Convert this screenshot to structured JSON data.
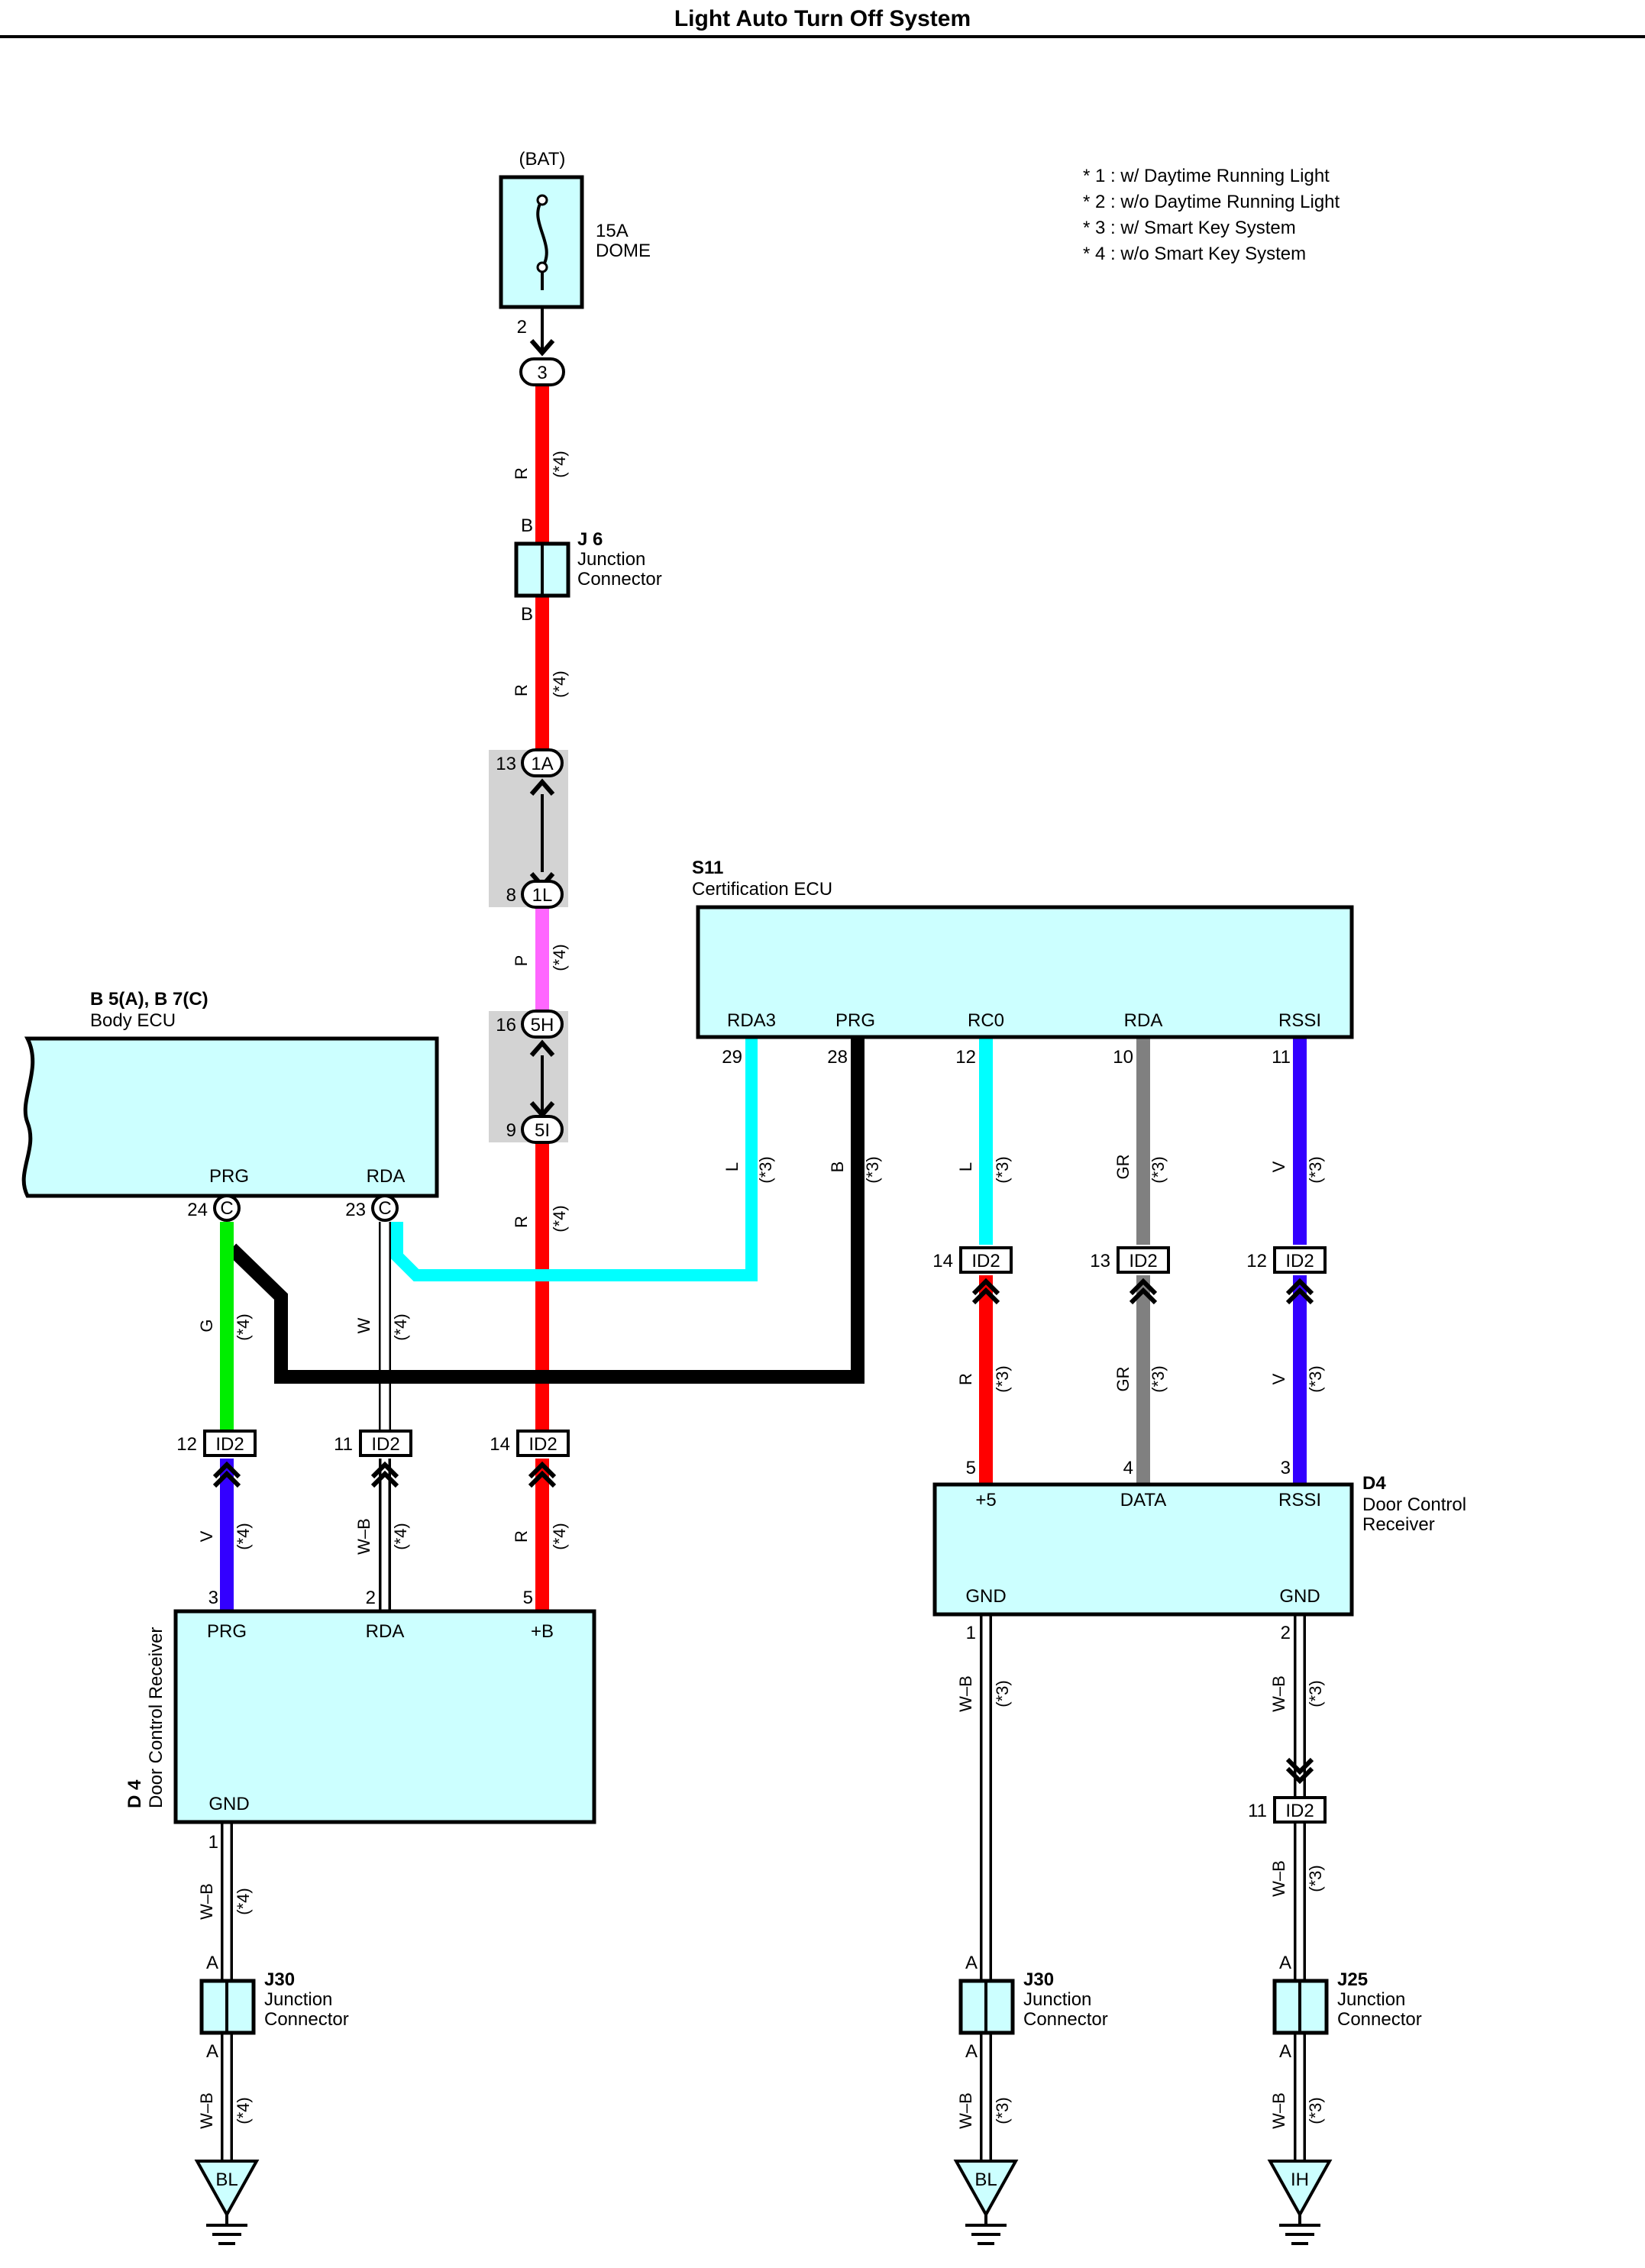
{
  "title": "Light Auto Turn Off System",
  "notes": [
    "* 1 : w/ Daytime Running Light",
    "* 2 : w/o Daytime Running Light",
    "* 3 : w/ Smart Key System",
    "* 4 : w/o Smart Key System"
  ],
  "fuse": {
    "source": "(BAT)",
    "rating": "15A",
    "name": "DOME",
    "pin": "2",
    "connector": "3"
  },
  "j6": {
    "id": "J 6",
    "line1": "Junction",
    "line2": "Connector",
    "pin_top": "B",
    "pin_bottom": "B"
  },
  "inline_connectors": [
    {
      "pin": "13",
      "id": "1A"
    },
    {
      "pin": "8",
      "id": "1L"
    },
    {
      "pin": "16",
      "id": "5H"
    },
    {
      "pin": "9",
      "id": "5I"
    }
  ],
  "body_ecu": {
    "id": "B 5(A), B 7(C)",
    "name": "Body ECU",
    "terminals": [
      {
        "name": "PRG",
        "pin": "24",
        "conn": "C"
      },
      {
        "name": "RDA",
        "pin": "23",
        "conn": "C"
      }
    ]
  },
  "cert_ecu": {
    "id": "S11",
    "name": "Certification ECU",
    "terminals": [
      {
        "name": "RDA3",
        "pin": "29"
      },
      {
        "name": "PRG",
        "pin": "28"
      },
      {
        "name": "RC0",
        "pin": "12"
      },
      {
        "name": "RDA",
        "pin": "10"
      },
      {
        "name": "RSSI",
        "pin": "11"
      }
    ]
  },
  "id2_connectors_left": [
    {
      "pin": "12",
      "id": "ID2"
    },
    {
      "pin": "11",
      "id": "ID2"
    },
    {
      "pin": "14",
      "id": "ID2"
    }
  ],
  "id2_connectors_right": [
    {
      "pin": "14",
      "id": "ID2"
    },
    {
      "pin": "13",
      "id": "ID2"
    },
    {
      "pin": "12",
      "id": "ID2"
    },
    {
      "pin": "11",
      "id": "ID2"
    }
  ],
  "dcr_left": {
    "id": "D 4",
    "name": "Door Control Receiver",
    "terminals": [
      {
        "name": "PRG",
        "pin": "3"
      },
      {
        "name": "RDA",
        "pin": "2"
      },
      {
        "name": "+B",
        "pin": "5"
      },
      {
        "name": "GND",
        "pin": "1"
      }
    ]
  },
  "dcr_right": {
    "id": "D4",
    "line1": "Door Control",
    "line2": "Receiver",
    "terminals": [
      {
        "name": "+5",
        "pin": "5"
      },
      {
        "name": "DATA",
        "pin": "4"
      },
      {
        "name": "RSSI",
        "pin": "3"
      },
      {
        "name": "GND",
        "pin": "1"
      },
      {
        "name": "GND",
        "pin": "2"
      }
    ]
  },
  "junctions": [
    {
      "id": "J30",
      "line1": "Junction",
      "line2": "Connector",
      "pin_top": "A",
      "pin_bottom": "A"
    },
    {
      "id": "J30",
      "line1": "Junction",
      "line2": "Connector",
      "pin_top": "A",
      "pin_bottom": "A"
    },
    {
      "id": "J25",
      "line1": "Junction",
      "line2": "Connector",
      "pin_top": "A",
      "pin_bottom": "A"
    }
  ],
  "grounds": [
    "BL",
    "BL",
    "IH"
  ],
  "wires": [
    {
      "color": "R",
      "note": "(*4)"
    },
    {
      "color": "R",
      "note": "(*4)"
    },
    {
      "color": "P",
      "note": "(*4)"
    },
    {
      "color": "R",
      "note": "(*4)"
    },
    {
      "color": "L",
      "note": "(*3)"
    },
    {
      "color": "B",
      "note": "(*3)"
    },
    {
      "color": "L",
      "note": "(*3)"
    },
    {
      "color": "GR",
      "note": "(*3)"
    },
    {
      "color": "V",
      "note": "(*3)"
    },
    {
      "color": "G",
      "note": "(*4)"
    },
    {
      "color": "W",
      "note": "(*4)"
    },
    {
      "color": "R",
      "note": "(*3)"
    },
    {
      "color": "GR",
      "note": "(*3)"
    },
    {
      "color": "V",
      "note": "(*3)"
    },
    {
      "color": "V",
      "note": "(*4)"
    },
    {
      "color": "W–B",
      "note": "(*4)"
    },
    {
      "color": "R",
      "note": "(*4)"
    },
    {
      "color": "W–B",
      "note": "(*4)"
    },
    {
      "color": "W–B",
      "note": "(*4)"
    },
    {
      "color": "W–B",
      "note": "(*3)"
    },
    {
      "color": "W–B",
      "note": "(*3)"
    },
    {
      "color": "W–B",
      "note": "(*3)"
    },
    {
      "color": "W–B",
      "note": "(*3)"
    },
    {
      "color": "W–B",
      "note": "(*3)"
    }
  ],
  "colors": {
    "red": "#ff0000",
    "pink": "#ff66ff",
    "cyan": "#00ffff",
    "black": "#000000",
    "grey": "#808080",
    "violet": "#3300ff",
    "green": "#00ee00",
    "white": "#ffffff",
    "box_fill": "#ccffff",
    "connector_bg": "#d3d3d3"
  }
}
